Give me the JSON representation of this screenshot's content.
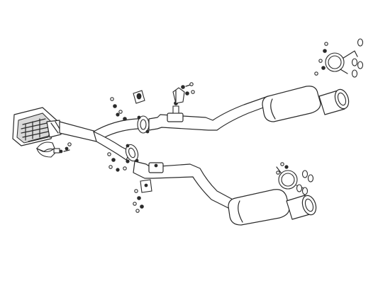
{
  "diagram": {
    "background": "#ffffff",
    "line_color": "#2a2a2a",
    "components": [
      "catalytic-converter",
      "front-y-pipe",
      "front-pipe-clamp",
      "upper-mid-pipe",
      "lower-mid-pipe",
      "upper-muffler",
      "lower-muffler",
      "upper-tailpipe-tip",
      "lower-tailpipe-tip",
      "flange-gasket",
      "hanger-bracket",
      "rear-hanger-ring",
      "bolts-nuts-washers"
    ]
  }
}
